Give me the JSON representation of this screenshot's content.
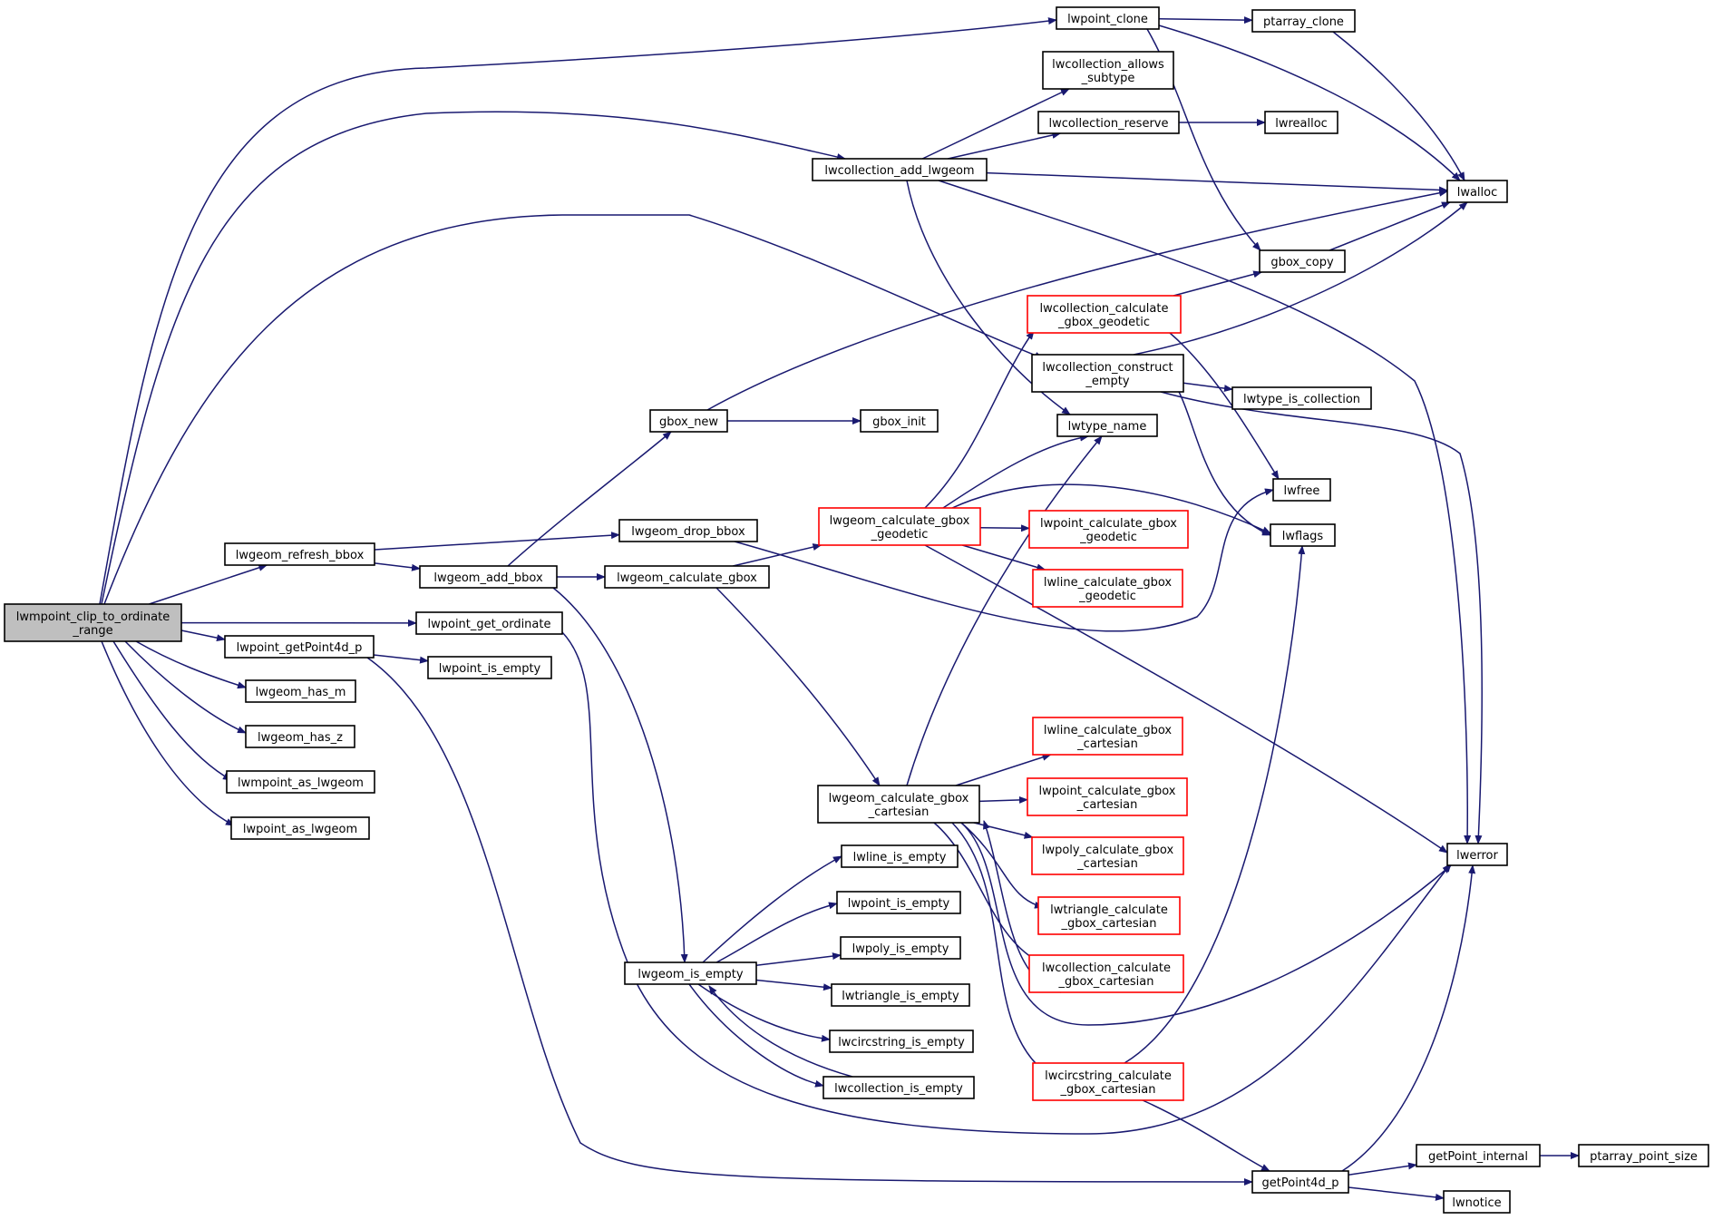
{
  "colors": {
    "edge": "#191970",
    "normal_border": "#000000",
    "truncated_border": "#ff0000",
    "root_fill": "#bfbfbf",
    "text": "#000000"
  },
  "nodes": [
    {
      "id": "root",
      "lines": [
        "lwmpoint_clip_to_ordinate",
        "_range"
      ],
      "style": "root"
    },
    {
      "id": "lwpoint_clone",
      "lines": [
        "lwpoint_clone"
      ],
      "style": "normal"
    },
    {
      "id": "ptarray_clone",
      "lines": [
        "ptarray_clone"
      ],
      "style": "normal"
    },
    {
      "id": "lwcollection_allows_subtype",
      "lines": [
        "lwcollection_allows",
        "_subtype"
      ],
      "style": "normal"
    },
    {
      "id": "lwcollection_reserve",
      "lines": [
        "lwcollection_reserve"
      ],
      "style": "normal"
    },
    {
      "id": "lwrealloc",
      "lines": [
        "lwrealloc"
      ],
      "style": "normal"
    },
    {
      "id": "lwcollection_add_lwgeom",
      "lines": [
        "lwcollection_add_lwgeom"
      ],
      "style": "normal"
    },
    {
      "id": "lwalloc",
      "lines": [
        "lwalloc"
      ],
      "style": "normal"
    },
    {
      "id": "gbox_copy",
      "lines": [
        "gbox_copy"
      ],
      "style": "normal"
    },
    {
      "id": "lwcollection_calculate_gbox_geodetic",
      "lines": [
        "lwcollection_calculate",
        "_gbox_geodetic"
      ],
      "style": "truncated"
    },
    {
      "id": "lwcollection_construct_empty",
      "lines": [
        "lwcollection_construct",
        "_empty"
      ],
      "style": "normal"
    },
    {
      "id": "lwtype_is_collection",
      "lines": [
        "lwtype_is_collection"
      ],
      "style": "normal"
    },
    {
      "id": "gbox_new",
      "lines": [
        "gbox_new"
      ],
      "style": "normal"
    },
    {
      "id": "gbox_init",
      "lines": [
        "gbox_init"
      ],
      "style": "normal"
    },
    {
      "id": "lwtype_name",
      "lines": [
        "lwtype_name"
      ],
      "style": "normal"
    },
    {
      "id": "lwfree",
      "lines": [
        "lwfree"
      ],
      "style": "normal"
    },
    {
      "id": "lwflags",
      "lines": [
        "lwflags"
      ],
      "style": "normal"
    },
    {
      "id": "lwgeom_refresh_bbox",
      "lines": [
        "lwgeom_refresh_bbox"
      ],
      "style": "normal"
    },
    {
      "id": "lwgeom_drop_bbox",
      "lines": [
        "lwgeom_drop_bbox"
      ],
      "style": "normal"
    },
    {
      "id": "lwgeom_calculate_gbox_geodetic",
      "lines": [
        "lwgeom_calculate_gbox",
        "_geodetic"
      ],
      "style": "truncated"
    },
    {
      "id": "lwpoint_calculate_gbox_geodetic",
      "lines": [
        "lwpoint_calculate_gbox",
        "_geodetic"
      ],
      "style": "truncated"
    },
    {
      "id": "lwgeom_add_bbox",
      "lines": [
        "lwgeom_add_bbox"
      ],
      "style": "normal"
    },
    {
      "id": "lwgeom_calculate_gbox",
      "lines": [
        "lwgeom_calculate_gbox"
      ],
      "style": "normal"
    },
    {
      "id": "lwline_calculate_gbox_geodetic",
      "lines": [
        "lwline_calculate_gbox",
        "_geodetic"
      ],
      "style": "truncated"
    },
    {
      "id": "lwpoint_get_ordinate",
      "lines": [
        "lwpoint_get_ordinate"
      ],
      "style": "normal"
    },
    {
      "id": "lwpoint_getPoint4d_p",
      "lines": [
        "lwpoint_getPoint4d_p"
      ],
      "style": "normal"
    },
    {
      "id": "lwpoint_is_empty_1",
      "lines": [
        "lwpoint_is_empty"
      ],
      "style": "normal"
    },
    {
      "id": "lwgeom_has_m",
      "lines": [
        "lwgeom_has_m"
      ],
      "style": "normal"
    },
    {
      "id": "lwgeom_has_z",
      "lines": [
        "lwgeom_has_z"
      ],
      "style": "normal"
    },
    {
      "id": "lwmpoint_as_lwgeom",
      "lines": [
        "lwmpoint_as_lwgeom"
      ],
      "style": "normal"
    },
    {
      "id": "lwpoint_as_lwgeom",
      "lines": [
        "lwpoint_as_lwgeom"
      ],
      "style": "normal"
    },
    {
      "id": "lwline_calculate_gbox_cartesian",
      "lines": [
        "lwline_calculate_gbox",
        "_cartesian"
      ],
      "style": "truncated"
    },
    {
      "id": "lwgeom_calculate_gbox_cartesian",
      "lines": [
        "lwgeom_calculate_gbox",
        "_cartesian"
      ],
      "style": "normal"
    },
    {
      "id": "lwpoint_calculate_gbox_cartesian",
      "lines": [
        "lwpoint_calculate_gbox",
        "_cartesian"
      ],
      "style": "truncated"
    },
    {
      "id": "lwpoly_calculate_gbox_cartesian",
      "lines": [
        "lwpoly_calculate_gbox",
        "_cartesian"
      ],
      "style": "truncated"
    },
    {
      "id": "lwerror",
      "lines": [
        "lwerror"
      ],
      "style": "normal"
    },
    {
      "id": "lwline_is_empty",
      "lines": [
        "lwline_is_empty"
      ],
      "style": "normal"
    },
    {
      "id": "lwtriangle_calculate_gbox_cartesian",
      "lines": [
        "lwtriangle_calculate",
        "_gbox_cartesian"
      ],
      "style": "truncated"
    },
    {
      "id": "lwpoint_is_empty_2",
      "lines": [
        "lwpoint_is_empty"
      ],
      "style": "normal"
    },
    {
      "id": "lwpoly_is_empty",
      "lines": [
        "lwpoly_is_empty"
      ],
      "style": "normal"
    },
    {
      "id": "lwgeom_is_empty",
      "lines": [
        "lwgeom_is_empty"
      ],
      "style": "normal"
    },
    {
      "id": "lwcollection_calculate_gbox_cartesian",
      "lines": [
        "lwcollection_calculate",
        "_gbox_cartesian"
      ],
      "style": "truncated"
    },
    {
      "id": "lwtriangle_is_empty",
      "lines": [
        "lwtriangle_is_empty"
      ],
      "style": "normal"
    },
    {
      "id": "lwcircstring_is_empty",
      "lines": [
        "lwcircstring_is_empty"
      ],
      "style": "normal"
    },
    {
      "id": "lwcircstring_calculate_gbox_cartesian",
      "lines": [
        "lwcircstring_calculate",
        "_gbox_cartesian"
      ],
      "style": "truncated"
    },
    {
      "id": "lwcollection_is_empty",
      "lines": [
        "lwcollection_is_empty"
      ],
      "style": "normal"
    },
    {
      "id": "getPoint_internal",
      "lines": [
        "getPoint_internal"
      ],
      "style": "normal"
    },
    {
      "id": "ptarray_point_size",
      "lines": [
        "ptarray_point_size"
      ],
      "style": "normal"
    },
    {
      "id": "getPoint4d_p",
      "lines": [
        "getPoint4d_p"
      ],
      "style": "normal"
    },
    {
      "id": "lwnotice",
      "lines": [
        "lwnotice"
      ],
      "style": "normal"
    }
  ],
  "edges": [
    [
      "root",
      "lwpoint_clone"
    ],
    [
      "root",
      "lwcollection_add_lwgeom"
    ],
    [
      "root",
      "lwcollection_construct_empty"
    ],
    [
      "root",
      "lwgeom_refresh_bbox"
    ],
    [
      "root",
      "lwpoint_get_ordinate"
    ],
    [
      "root",
      "lwpoint_getPoint4d_p"
    ],
    [
      "root",
      "lwgeom_has_m"
    ],
    [
      "root",
      "lwgeom_has_z"
    ],
    [
      "root",
      "lwmpoint_as_lwgeom"
    ],
    [
      "root",
      "lwpoint_as_lwgeom"
    ],
    [
      "lwpoint_clone",
      "ptarray_clone"
    ],
    [
      "lwpoint_clone",
      "lwalloc"
    ],
    [
      "lwpoint_clone",
      "gbox_copy"
    ],
    [
      "ptarray_clone",
      "lwalloc"
    ],
    [
      "lwcollection_add_lwgeom",
      "lwcollection_allows_subtype"
    ],
    [
      "lwcollection_add_lwgeom",
      "lwcollection_reserve"
    ],
    [
      "lwcollection_add_lwgeom",
      "lwalloc"
    ],
    [
      "lwcollection_add_lwgeom",
      "lwtype_name"
    ],
    [
      "lwcollection_add_lwgeom",
      "lwerror"
    ],
    [
      "lwcollection_reserve",
      "lwrealloc"
    ],
    [
      "gbox_copy",
      "lwalloc"
    ],
    [
      "lwcollection_calculate_gbox_geodetic",
      "gbox_copy"
    ],
    [
      "lwcollection_calculate_gbox_geodetic",
      "lwfree"
    ],
    [
      "lwcollection_construct_empty",
      "lwalloc"
    ],
    [
      "lwcollection_construct_empty",
      "lwtype_is_collection"
    ],
    [
      "lwcollection_construct_empty",
      "lwflags"
    ],
    [
      "lwcollection_construct_empty",
      "lwerror"
    ],
    [
      "gbox_new",
      "lwalloc"
    ],
    [
      "gbox_new",
      "gbox_init"
    ],
    [
      "lwgeom_refresh_bbox",
      "lwgeom_drop_bbox"
    ],
    [
      "lwgeom_refresh_bbox",
      "lwgeom_add_bbox"
    ],
    [
      "lwgeom_drop_bbox",
      "lwfree"
    ],
    [
      "lwgeom_add_bbox",
      "gbox_new"
    ],
    [
      "lwgeom_add_bbox",
      "lwgeom_calculate_gbox"
    ],
    [
      "lwgeom_add_bbox",
      "lwgeom_is_empty"
    ],
    [
      "lwgeom_calculate_gbox",
      "lwgeom_calculate_gbox_geodetic"
    ],
    [
      "lwgeom_calculate_gbox",
      "lwgeom_calculate_gbox_cartesian"
    ],
    [
      "lwgeom_calculate_gbox_geodetic",
      "lwcollection_calculate_gbox_geodetic"
    ],
    [
      "lwgeom_calculate_gbox_geodetic",
      "lwtype_name"
    ],
    [
      "lwgeom_calculate_gbox_geodetic",
      "lwflags"
    ],
    [
      "lwgeom_calculate_gbox_geodetic",
      "lwpoint_calculate_gbox_geodetic"
    ],
    [
      "lwgeom_calculate_gbox_geodetic",
      "lwline_calculate_gbox_geodetic"
    ],
    [
      "lwgeom_calculate_gbox_geodetic",
      "lwerror"
    ],
    [
      "lwpoint_get_ordinate",
      "lwerror"
    ],
    [
      "lwpoint_getPoint4d_p",
      "lwpoint_is_empty_1"
    ],
    [
      "lwpoint_getPoint4d_p",
      "getPoint4d_p"
    ],
    [
      "lwgeom_calculate_gbox_cartesian",
      "lwtype_name"
    ],
    [
      "lwgeom_calculate_gbox_cartesian",
      "lwline_calculate_gbox_cartesian"
    ],
    [
      "lwgeom_calculate_gbox_cartesian",
      "lwpoint_calculate_gbox_cartesian"
    ],
    [
      "lwgeom_calculate_gbox_cartesian",
      "lwpoly_calculate_gbox_cartesian"
    ],
    [
      "lwgeom_calculate_gbox_cartesian",
      "lwtriangle_calculate_gbox_cartesian"
    ],
    [
      "lwgeom_calculate_gbox_cartesian",
      "lwcollection_calculate_gbox_cartesian"
    ],
    [
      "lwgeom_calculate_gbox_cartesian",
      "lwcircstring_calculate_gbox_cartesian"
    ],
    [
      "lwgeom_calculate_gbox_cartesian",
      "lwerror"
    ],
    [
      "lwcollection_calculate_gbox_cartesian",
      "lwgeom_calculate_gbox_cartesian"
    ],
    [
      "lwcircstring_calculate_gbox_cartesian",
      "lwflags"
    ],
    [
      "lwcircstring_calculate_gbox_cartesian",
      "getPoint4d_p"
    ],
    [
      "lwgeom_is_empty",
      "lwline_is_empty"
    ],
    [
      "lwgeom_is_empty",
      "lwpoint_is_empty_2"
    ],
    [
      "lwgeom_is_empty",
      "lwpoly_is_empty"
    ],
    [
      "lwgeom_is_empty",
      "lwtriangle_is_empty"
    ],
    [
      "lwgeom_is_empty",
      "lwcircstring_is_empty"
    ],
    [
      "lwgeom_is_empty",
      "lwcollection_is_empty"
    ],
    [
      "lwcollection_is_empty",
      "lwgeom_is_empty"
    ],
    [
      "getPoint4d_p",
      "lwerror"
    ],
    [
      "getPoint4d_p",
      "getPoint_internal"
    ],
    [
      "getPoint4d_p",
      "lwnotice"
    ],
    [
      "getPoint_internal",
      "ptarray_point_size"
    ]
  ]
}
